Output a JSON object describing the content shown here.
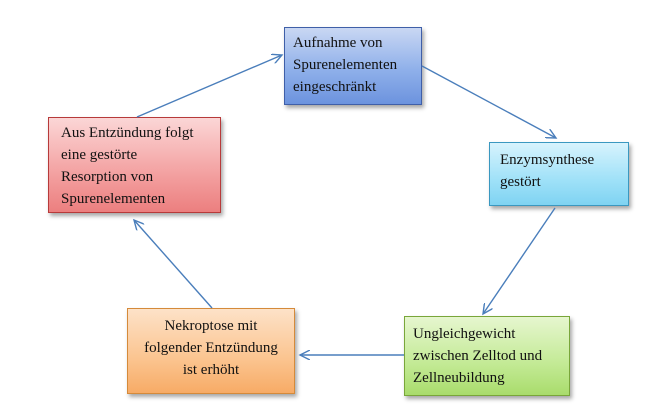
{
  "cycle": {
    "top": "Aufnahme von\nSpurenelementen\neingeschränkt",
    "right": "Enzymsynthese\ngestört",
    "bottom_right": "Ungleichgewicht\nzwischen Zelltod und\nZellneubildung",
    "bottom_left": "Nekroptose mit\nfolgender Entzündung\nist erhöht",
    "left": "Aus Entzündung folgt\neine gestörte\nResorption von\nSpurenelementen"
  },
  "colors": {
    "arrow": "#4a7ebb"
  }
}
